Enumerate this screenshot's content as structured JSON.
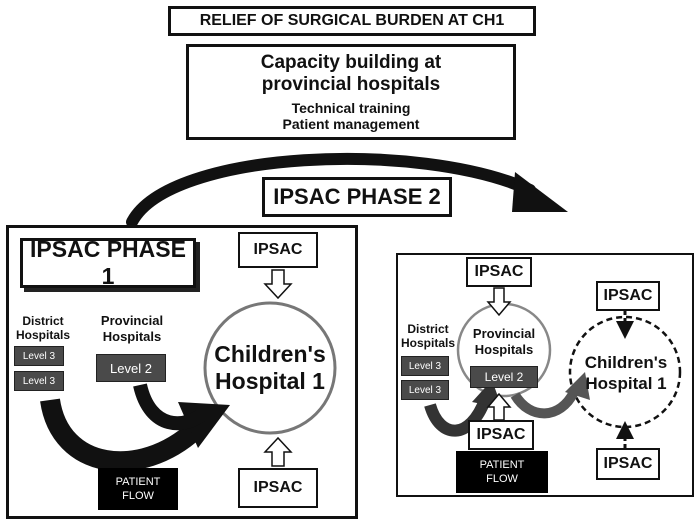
{
  "title": "RELIEF OF SURGICAL BURDEN AT CH1",
  "capacity": {
    "heading_line1": "Capacity building at",
    "heading_line2": "provincial hospitals",
    "item1": "Technical training",
    "item2": "Patient management"
  },
  "phase2_label": "IPSAC PHASE 2",
  "phase1": {
    "label": "IPSAC PHASE 1",
    "district_line1": "District",
    "district_line2": "Hospitals",
    "level3_a": "Level 3",
    "level3_b": "Level 3",
    "provincial_line1": "Provincial",
    "provincial_line2": "Hospitals",
    "level2": "Level 2",
    "ch_line1": "Children's",
    "ch_line2": "Hospital 1",
    "ipsac_top": "IPSAC",
    "ipsac_bottom": "IPSAC",
    "patient_flow_line1": "PATIENT",
    "patient_flow_line2": "FLOW"
  },
  "phase2": {
    "district_line1": "District",
    "district_line2": "Hospitals",
    "level3_a": "Level 3",
    "level3_b": "Level 3",
    "provincial_line1": "Provincial",
    "provincial_line2": "Hospitals",
    "level2": "Level 2",
    "ch_line1": "Children's",
    "ch_line2": "Hospital 1",
    "ipsac_top_left": "IPSAC",
    "ipsac_top_right": "IPSAC",
    "ipsac_mid": "IPSAC",
    "ipsac_bottom_right": "IPSAC",
    "patient_flow_line1": "PATIENT",
    "patient_flow_line2": "FLOW"
  }
}
